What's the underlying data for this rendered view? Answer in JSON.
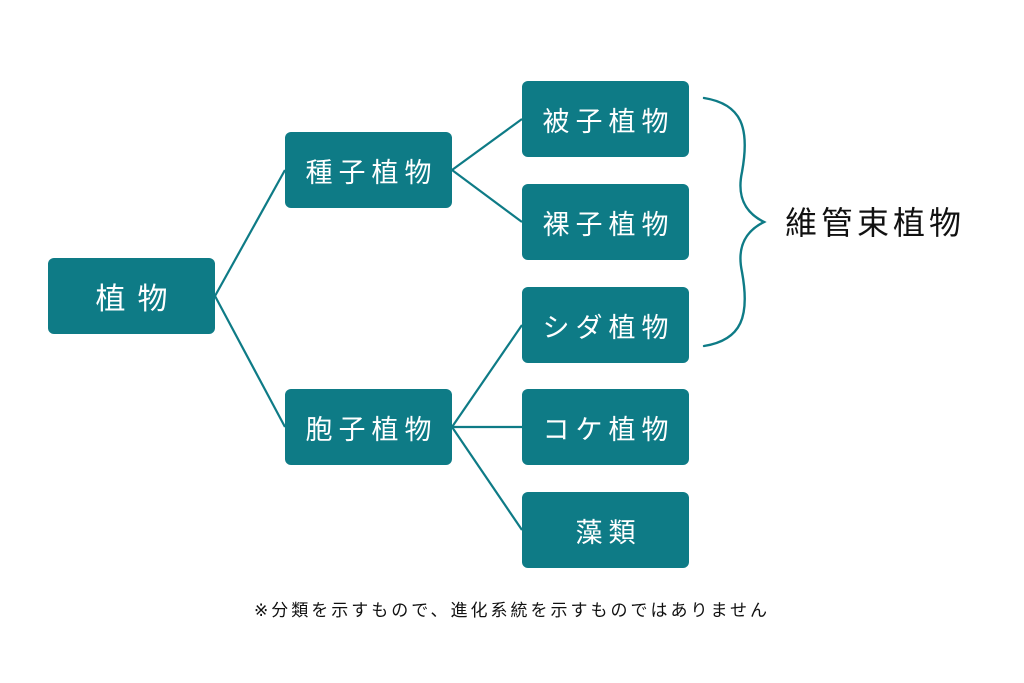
{
  "colors": {
    "node_fill": "#0e7b86",
    "node_text": "#ffffff",
    "connector": "#0e7b86",
    "text": "#111111"
  },
  "nodes": {
    "root": "植物",
    "seed_plants": "種子植物",
    "spore_plants": "胞子植物",
    "angiosperms": "被子植物",
    "gymnosperms": "裸子植物",
    "ferns": "シダ植物",
    "mosses": "コケ植物",
    "algae": "藻類"
  },
  "vascular_group_label": "維管束植物",
  "footnote": "※分類を示すもので、進化系統を示すものではありません"
}
